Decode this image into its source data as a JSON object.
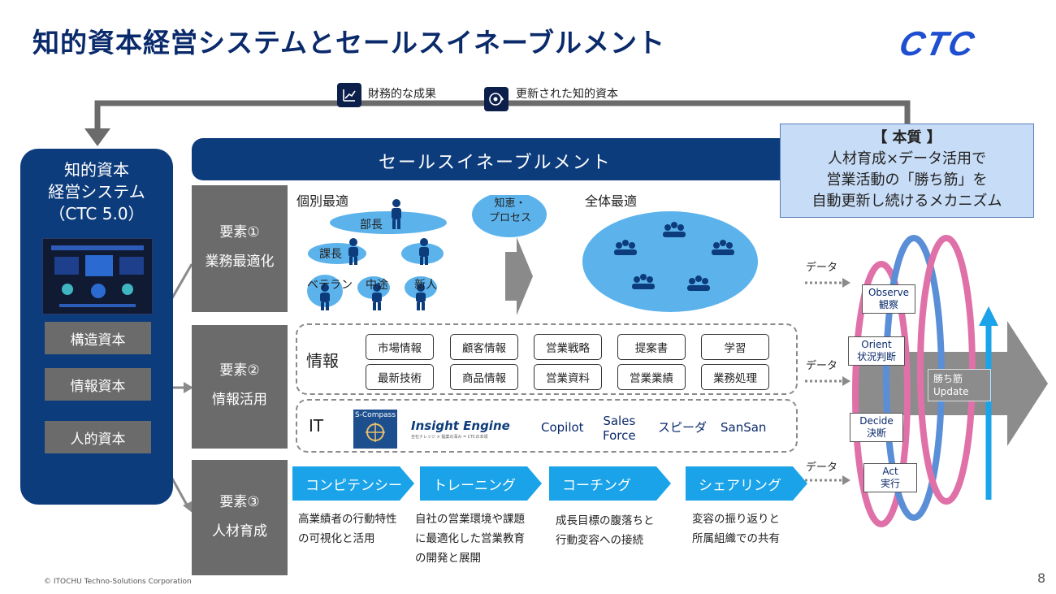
{
  "page": {
    "title": "知的資本経営システムとセールスイネーブルメント",
    "logo": "CTC",
    "footer": "© ITOCHU Techno-Solutions Corporation",
    "page_number": "8"
  },
  "loop": {
    "financial_result": "財務的な成果",
    "updated_capital": "更新された知的資本"
  },
  "left_panel": {
    "title_line1": "知的資本",
    "title_line2": "経営システム",
    "title_line3": "（CTC 5.0）",
    "capitals": [
      "構造資本",
      "情報資本",
      "人的資本"
    ]
  },
  "sales_bar": "セールスイネーブルメント",
  "essence": {
    "heading": "【 本質 】",
    "line1": "人材育成×データ活用で",
    "line2": "営業活動の「勝ち筋」を",
    "line3": "自動更新し続けるメカニズム"
  },
  "elements": [
    {
      "num": "要素①",
      "name": "業務最適化"
    },
    {
      "num": "要素②",
      "name": "情報活用"
    },
    {
      "num": "要素③",
      "name": "人材育成"
    }
  ],
  "element1": {
    "individual": "個別最適",
    "whole": "全体最適",
    "roles": [
      "部長",
      "課長",
      "ベテラン",
      "中途",
      "新人"
    ],
    "knowledge_line1": "知恵・",
    "knowledge_line2": "プロセス"
  },
  "element2": {
    "info_label": "情報",
    "info_chips": [
      "市場情報",
      "顧客情報",
      "営業戦略",
      "提案書",
      "学習",
      "最新技術",
      "商品情報",
      "営業資料",
      "営業業績",
      "業務処理"
    ],
    "it_label": "IT",
    "scompass": "S-Compass",
    "insight_engine": "Insight Engine",
    "insight_sub": "全社ナレッジ × 提案の深み = CTCの本領",
    "copilot": "Copilot",
    "sales_force_line1": "Sales",
    "sales_force_line2": "Force",
    "speeda": "スピーダ",
    "sansan": "SanSan"
  },
  "element3": {
    "steps": [
      {
        "label": "コンピテンシー",
        "desc": [
          "高業績者の行動特性",
          "の可視化と活用"
        ]
      },
      {
        "label": "トレーニング",
        "desc": [
          "自社の営業環境や課題",
          "に最適化した営業教育",
          "の開発と展開"
        ]
      },
      {
        "label": "コーチング",
        "desc": [
          "成長目標の腹落ちと",
          "行動変容への接続"
        ]
      },
      {
        "label": "シェアリング",
        "desc": [
          "変容の振り返りと",
          "所属組織での共有"
        ]
      }
    ]
  },
  "ooda": {
    "data_label": "データ",
    "observe": [
      "Observe",
      "観察"
    ],
    "orient": [
      "Orient",
      "状況判断"
    ],
    "decide": [
      "Decide",
      "決断"
    ],
    "act": [
      "Act",
      "実行"
    ],
    "winning": [
      "勝ち筋",
      "Update"
    ]
  },
  "colors": {
    "navy": "#0d3c7c",
    "gray": "#6b6b6b",
    "cyan": "#1aa3e8",
    "light_blue": "#c7dcf6",
    "oval_blue": "#5cb3ec"
  }
}
